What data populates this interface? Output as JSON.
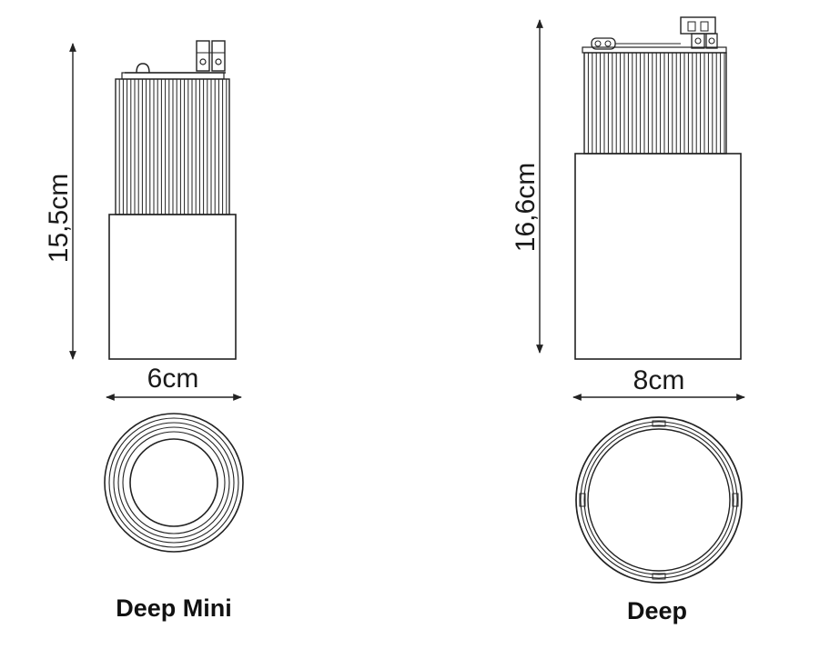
{
  "products": [
    {
      "name": "Deep Mini",
      "height_label": "15,5cm",
      "width_label": "6cm"
    },
    {
      "name": "Deep",
      "height_label": "16,6cm",
      "width_label": "8cm"
    }
  ]
}
